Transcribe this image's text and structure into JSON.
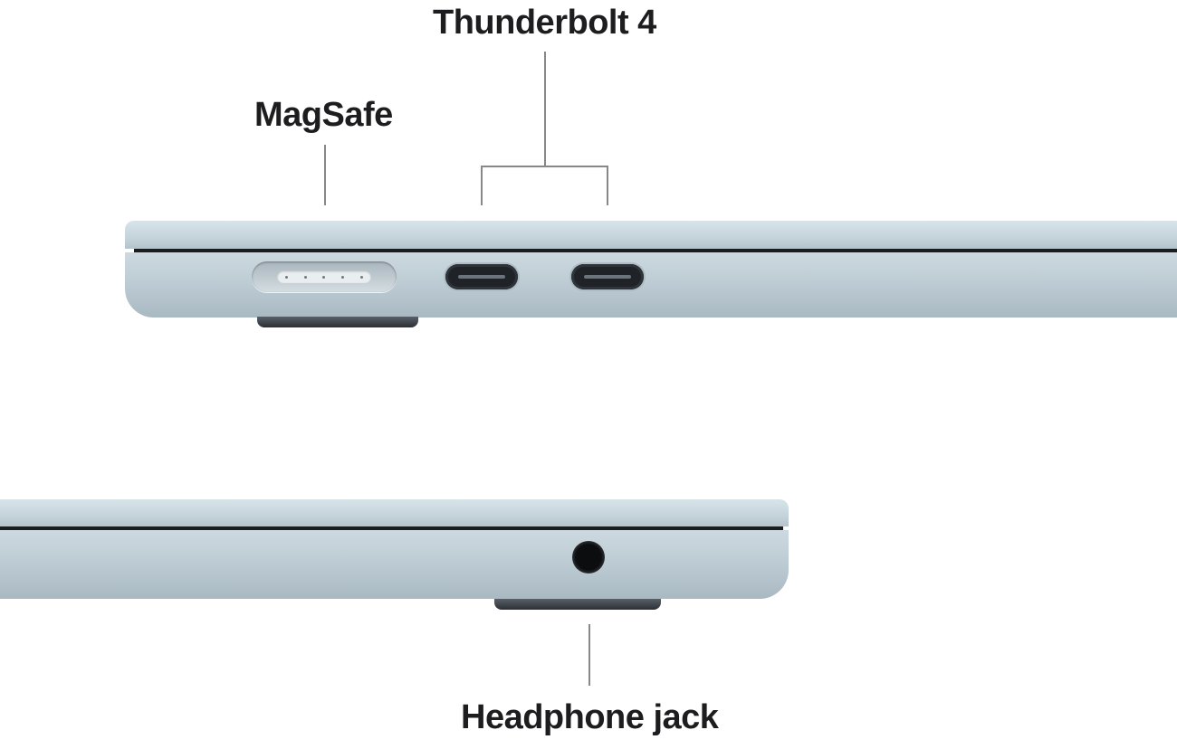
{
  "labels": {
    "thunderbolt": "Thunderbolt 4",
    "magsafe": "MagSafe",
    "headphone": "Headphone jack"
  },
  "ports": {
    "left_side": [
      "MagSafe",
      "Thunderbolt 4",
      "Thunderbolt 4"
    ],
    "right_side": [
      "Headphone jack"
    ]
  },
  "colors": {
    "body": "#c5d3db",
    "text": "#1d1d1f",
    "leader_line": "#888888"
  }
}
